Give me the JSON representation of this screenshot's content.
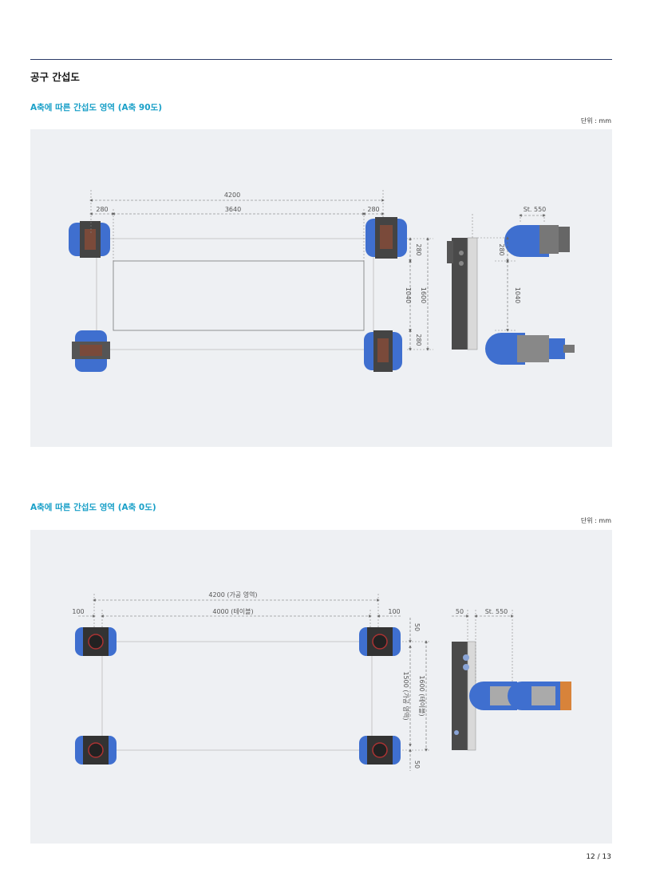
{
  "section_title": "공구 간섭도",
  "unit_label": "단위 : mm",
  "page_number": "12 / 13",
  "colors": {
    "accent": "#1aa0c8",
    "rule": "#2b3a67",
    "panel_bg": "#eef0f3",
    "head_blue": "#3f6fcf",
    "orange": "#d8833a"
  },
  "diagram1": {
    "title": "A축에 따른 간섭도 영역 (A축 90도)",
    "dims": {
      "overall": "4200",
      "left_offset": "280",
      "span": "3640",
      "right_offset": "280",
      "v_top": "280",
      "v_mid": "1040",
      "v_total": "1600",
      "v_bottom": "280",
      "side_top": "280",
      "side_mid": "1040",
      "stroke": "St. 550"
    }
  },
  "diagram2": {
    "title": "A축에 따른 간섭도 영역 (A축 0도)",
    "dims": {
      "overall": "4200 (가공 영역)",
      "left_offset": "100",
      "span": "4000 (테이블)",
      "right_offset": "100",
      "v_top": "50",
      "v_mid": "1500 (가공 영역)",
      "v_total": "1600 (테이블)",
      "v_bottom": "50",
      "side_gap": "50",
      "stroke": "St. 550"
    }
  }
}
